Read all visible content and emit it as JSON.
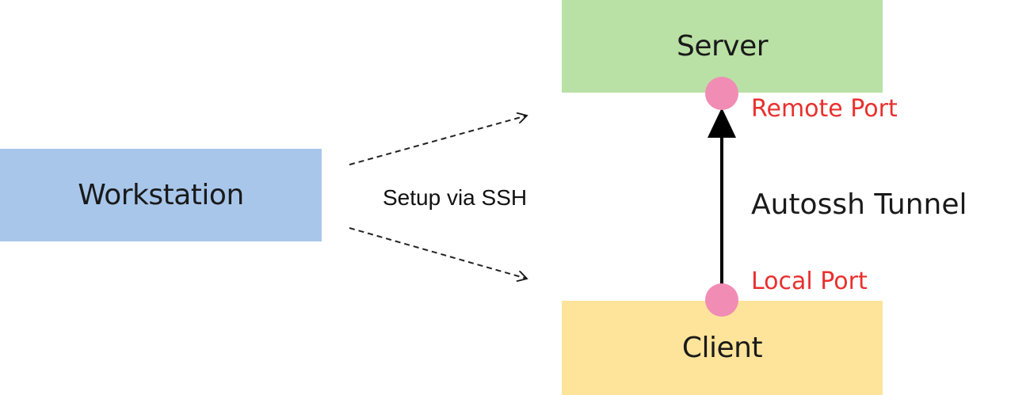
{
  "nodes": {
    "server": {
      "label": "Server",
      "color": "#b9e1a5"
    },
    "client": {
      "label": "Client",
      "color": "#fee49a"
    },
    "workstation": {
      "label": "Workstation",
      "color": "#a8c6ea"
    }
  },
  "ports": {
    "remote": {
      "label": "Remote Port"
    },
    "local": {
      "label": "Local Port"
    },
    "color": "#f18cb5",
    "label_color": "#e8302e"
  },
  "edges": {
    "tunnel": {
      "label": "Autossh Tunnel",
      "style": "solid",
      "arrow": "filled"
    },
    "ssh_setup": {
      "label": "Setup via SSH",
      "style": "dashed",
      "arrow": "open"
    }
  }
}
